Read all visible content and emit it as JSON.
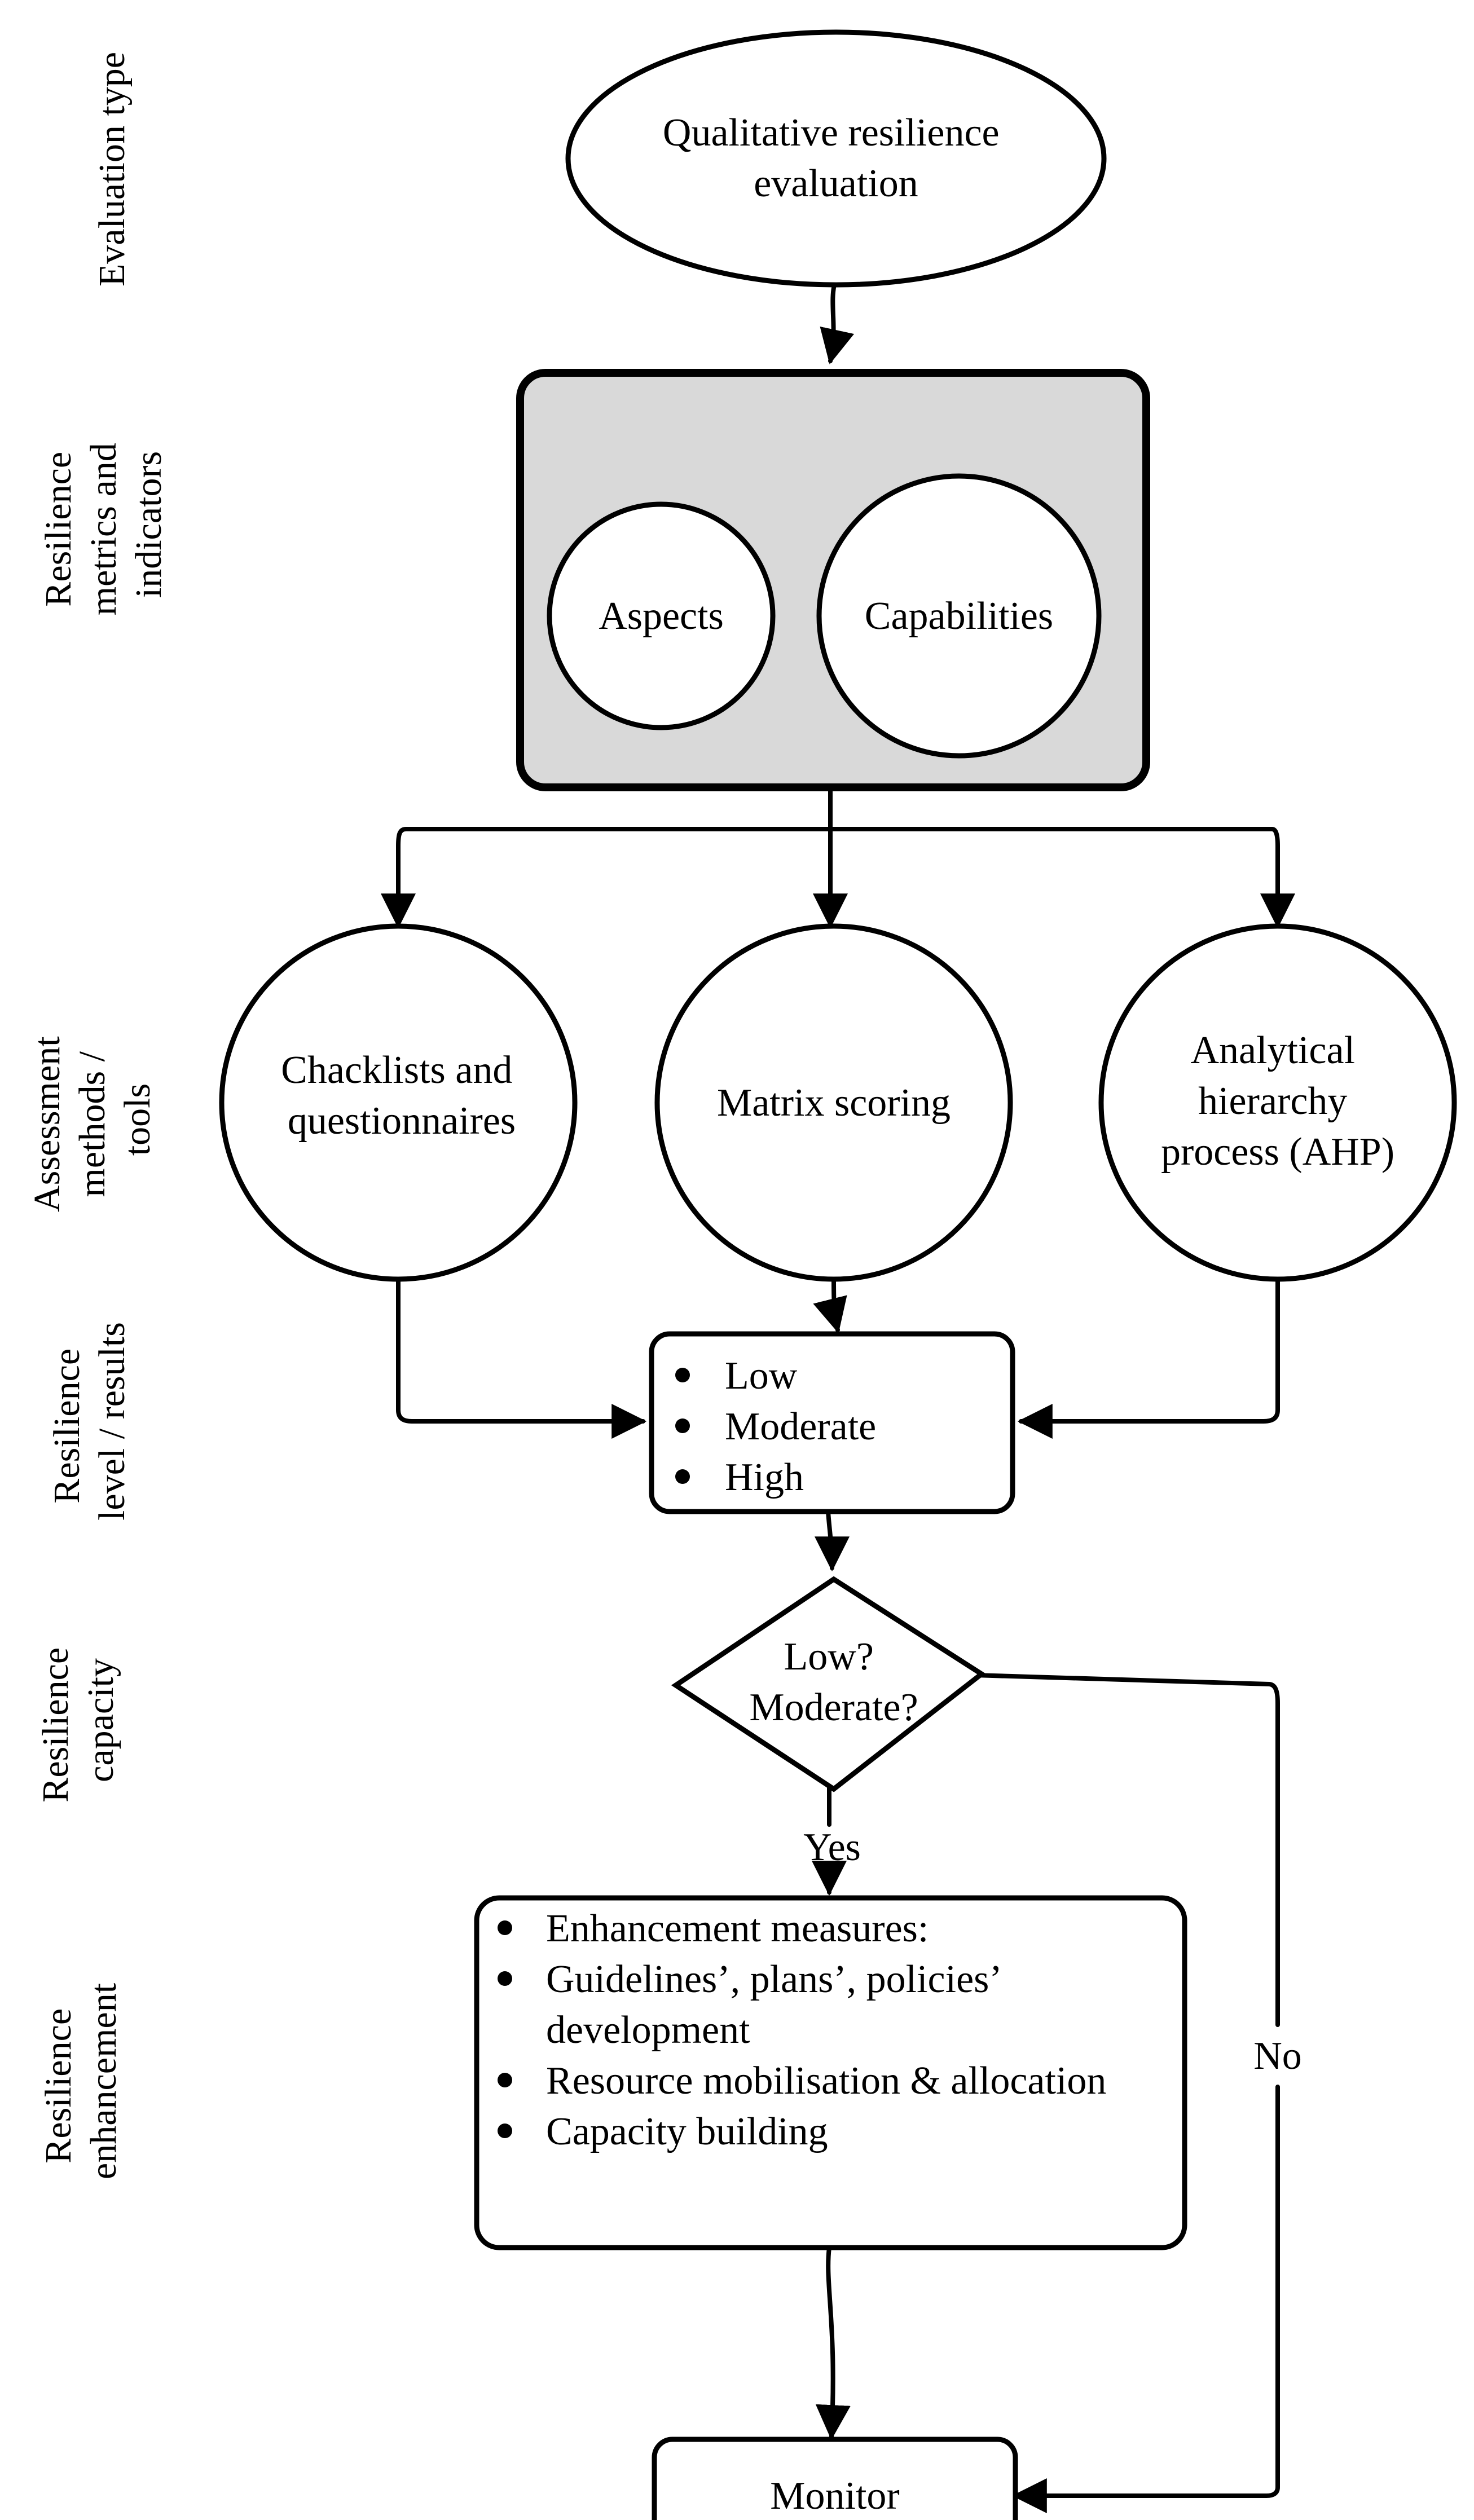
{
  "row_labels": {
    "evaluation_type": [
      "Evaluation type"
    ],
    "metrics": [
      "Resilience",
      "metrics and",
      "indicators"
    ],
    "methods": [
      "Assessment",
      "methods /",
      "tools"
    ],
    "level": [
      "Resilience",
      "level / results"
    ],
    "capacity": [
      "Resilience",
      "capacity"
    ],
    "enhancement": [
      "Resilience",
      "enhancement"
    ]
  },
  "nodes": {
    "start": [
      "Qualitative resilience",
      "evaluation"
    ],
    "aspects": "Aspects",
    "capabilities": "Capabilities",
    "checklists": [
      "Chacklists and",
      "questionnaires"
    ],
    "matrix": "Matrix scoring",
    "ahp": [
      "Analytical",
      "hierarchy",
      "process (AHP)"
    ],
    "results": [
      "Low",
      "Moderate",
      "High"
    ],
    "decision": [
      "Low?",
      "Moderate?"
    ],
    "enhancement_items": [
      [
        "Enhancement measures:"
      ],
      [
        "Guidelines’, plans’, policies’",
        "development"
      ],
      [
        "Resource mobilisation & allocation"
      ],
      [
        "Capacity building"
      ]
    ],
    "monitor": "Monitor"
  },
  "edge_labels": {
    "yes": "Yes",
    "no": "No"
  },
  "colors": {
    "panel_fill": "#d9d9d9",
    "stroke": "#000000",
    "background": "#ffffff"
  }
}
